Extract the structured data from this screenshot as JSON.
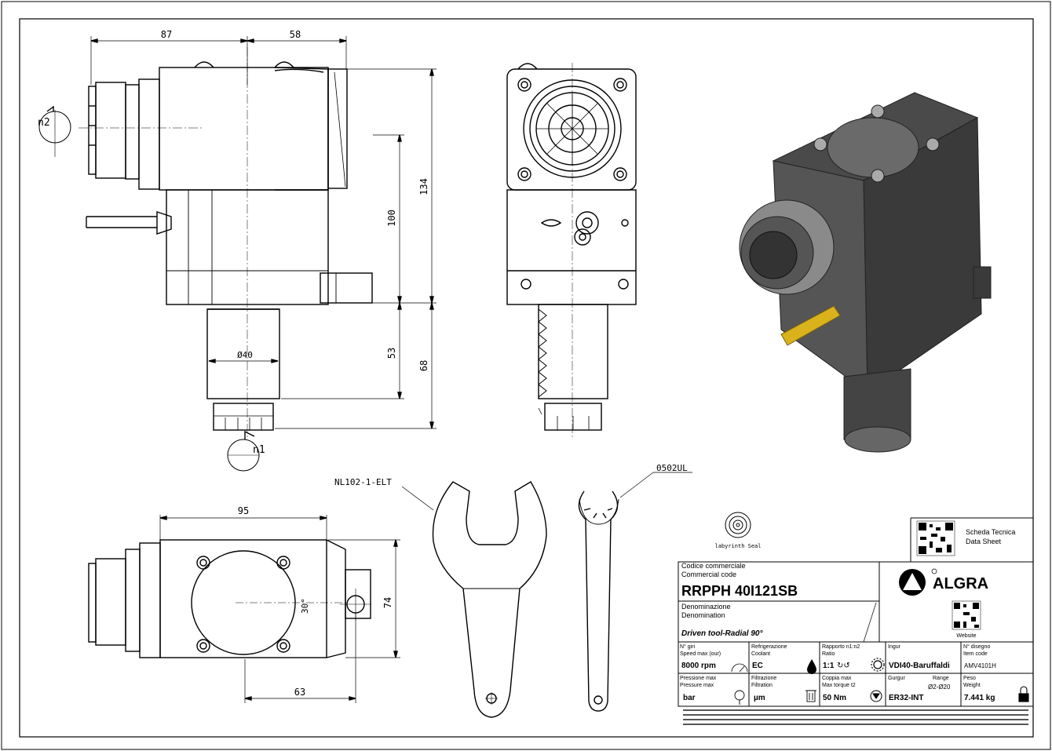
{
  "dimensions": {
    "d87": "87",
    "d58": "58",
    "d134": "134",
    "d100": "100",
    "d53": "53",
    "d68": "68",
    "d40": "Ø40",
    "d95": "95",
    "d74": "74",
    "d63": "63",
    "d30": "30°"
  },
  "rotation_labels": {
    "n1": "n1",
    "n2": "n2"
  },
  "accessories": {
    "wrench_code": "NL102-1-ELT",
    "ring_code": "0502UL"
  },
  "seal": {
    "label": "labyrinth Seal"
  },
  "title_block": {
    "sheet_label_it": "Scheda Tecnica",
    "sheet_label_en": "Data Sheet",
    "website_label": "Website",
    "brand": "ALGRA",
    "code_label_it": "Codice commerciale",
    "code_label_en": "Commercial code",
    "code_value": "RRPPH 40I121SB",
    "denomination_label_it": "Denominazione",
    "denomination_label_en": "Denomination",
    "denomination_value": "Driven tool-Radial 90°",
    "cells": {
      "speed_label_it": "N° giri",
      "speed_label_en": "Speed max (our)",
      "speed_value": "8000 rpm",
      "coolant_label_it": "Refrigerazione",
      "coolant_label_en": "Coolant",
      "coolant_value": "EC",
      "ratio_label_it": "Rapporto n1:n2",
      "ratio_label_en": "Ratio",
      "ratio_value": "1:1",
      "ratio_direction": "↻↺",
      "interface_label_it": "Ingur",
      "interface_value": "VDI40-Baruffaldi",
      "drawing_label_it": "N° disegno",
      "drawing_label_en": "Item code",
      "drawing_value": "AMV4101H",
      "pressure_label_it": "Pressione max",
      "pressure_label_en": "Pressure max",
      "pressure_value": "bar",
      "filtration_label_it": "Filtrazione",
      "filtration_label_en": "Filtration",
      "filtration_value": "µm",
      "torque_label_it": "Coppia max",
      "torque_label_en": "Max torque t2",
      "torque_value": "50 Nm",
      "collet_label_it": "Gurgur",
      "range_label_it": "Range",
      "range_value": "Ø2-Ø20",
      "collet_value": "ER32-INT",
      "weight_label_it": "Peso",
      "weight_label_en": "Weight",
      "weight_value": "7.441 kg"
    }
  }
}
